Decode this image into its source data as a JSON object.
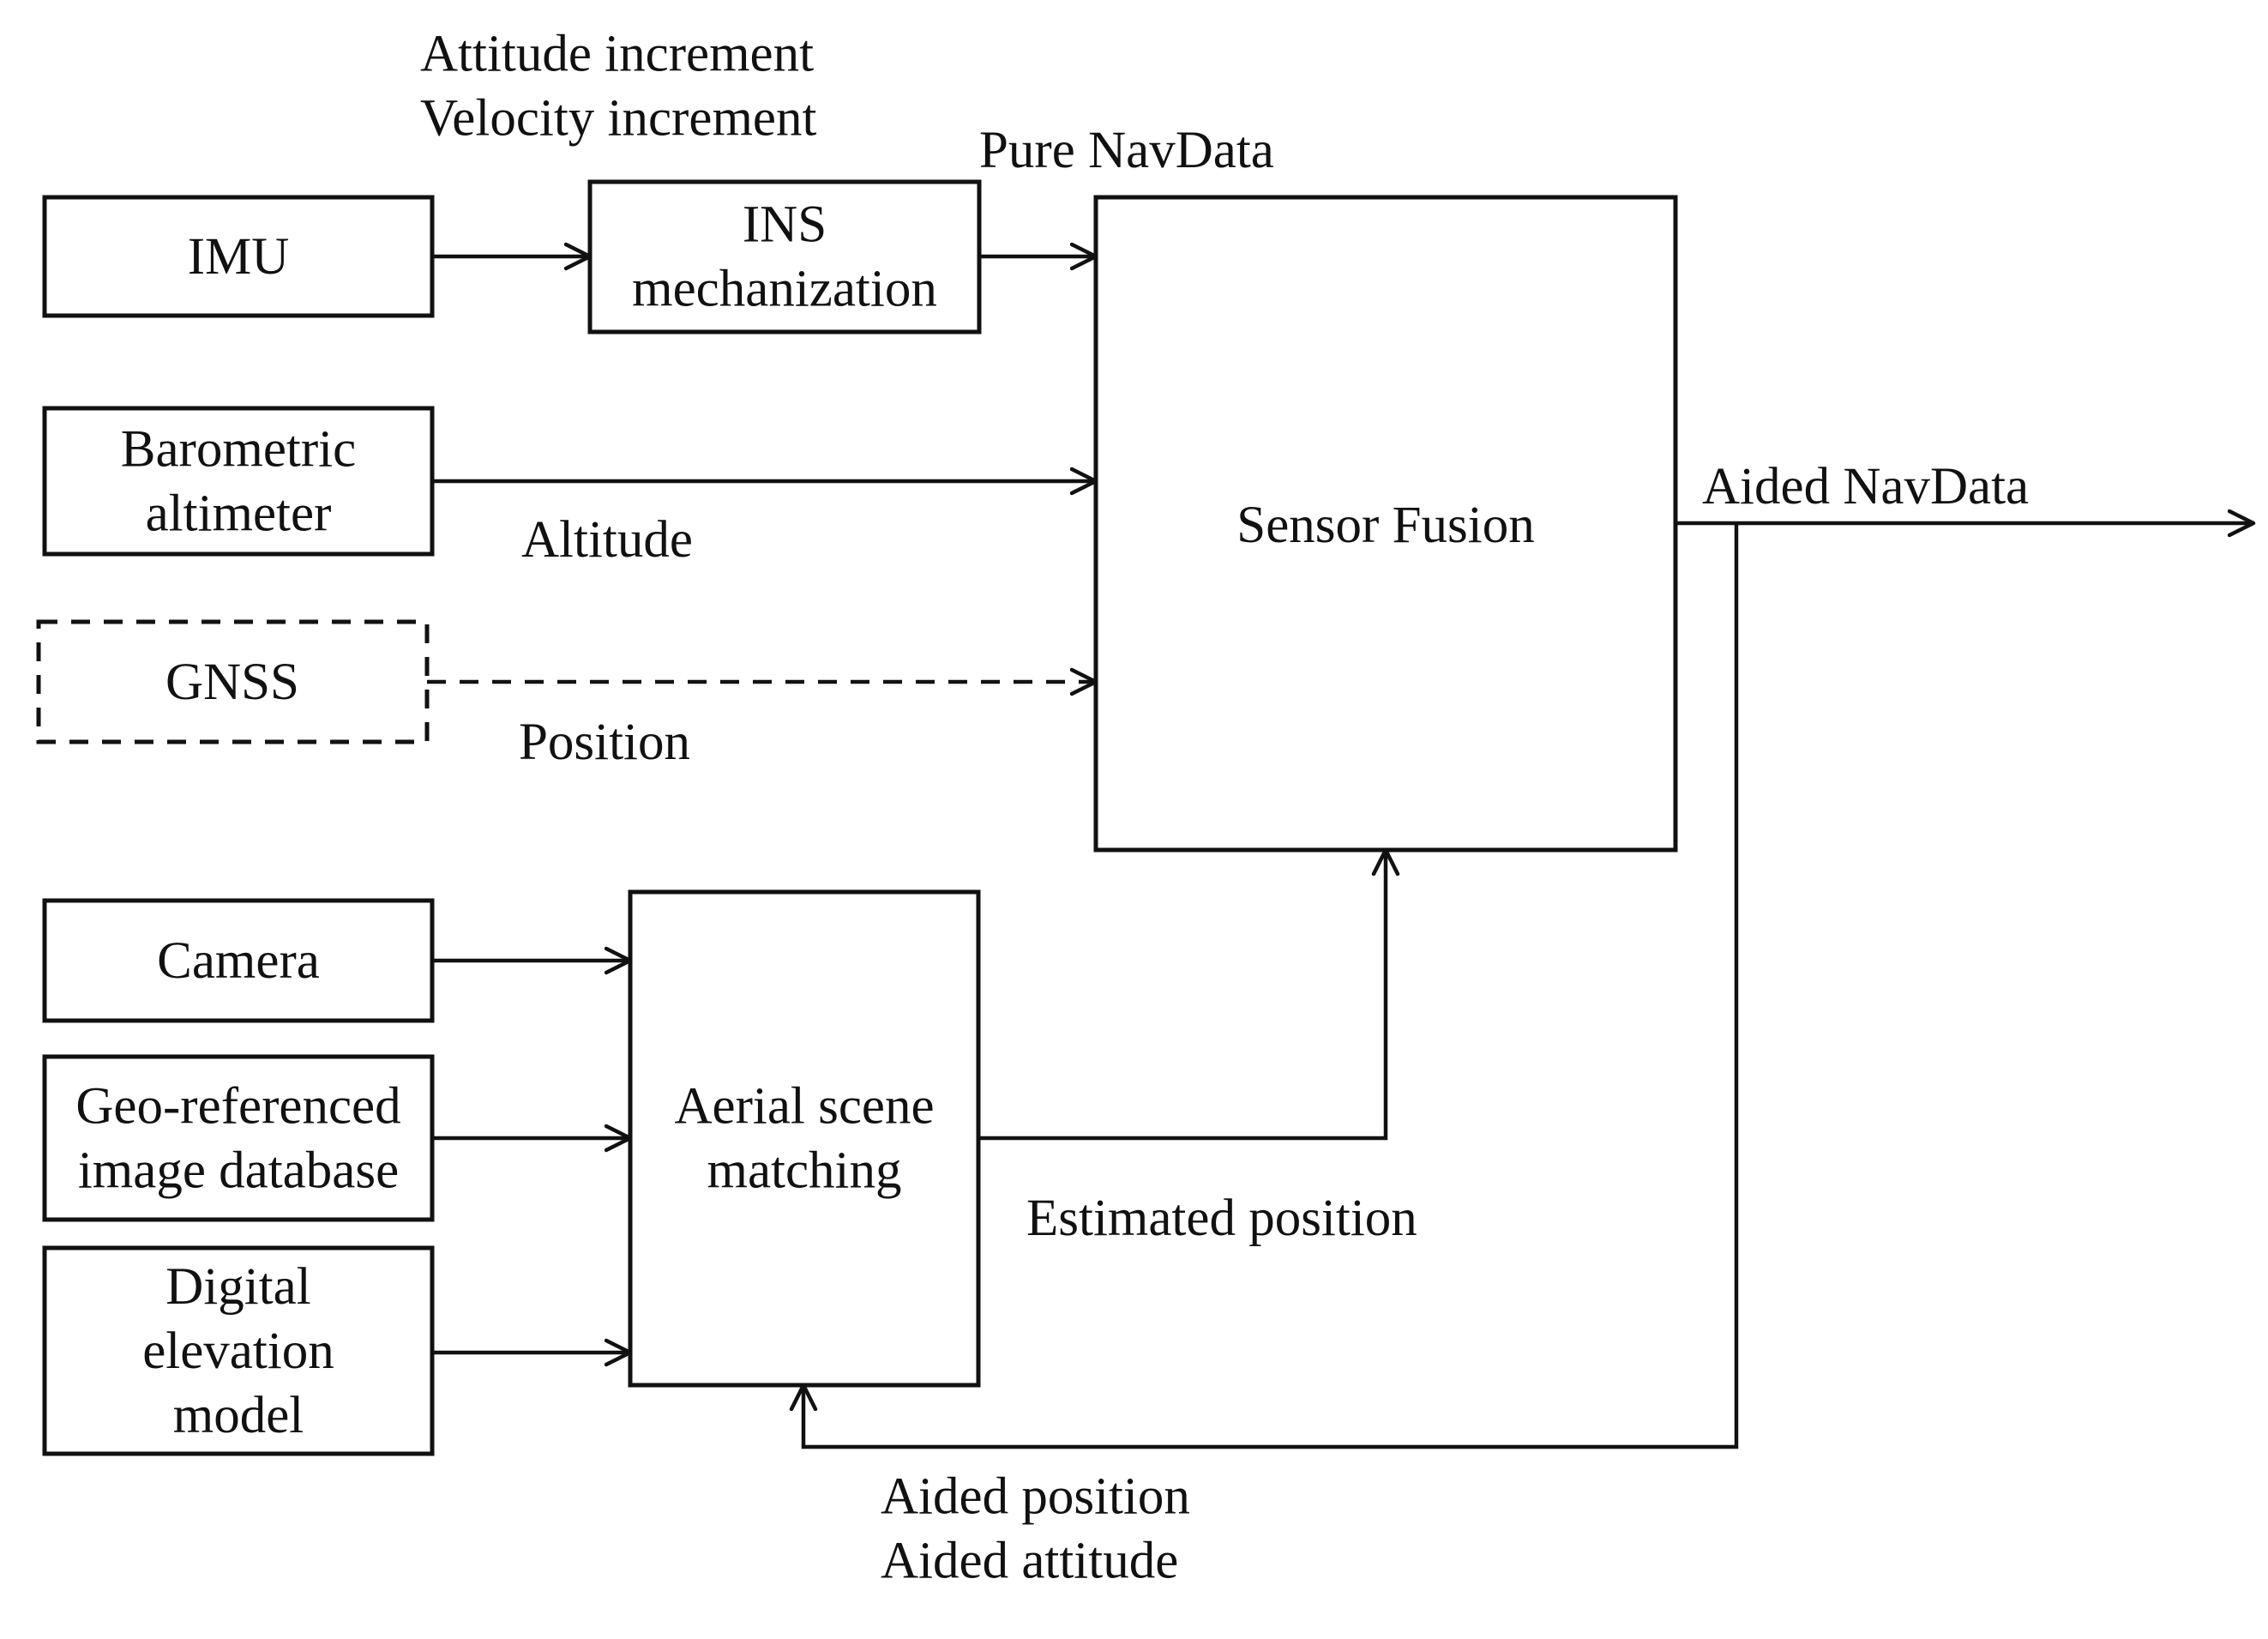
{
  "blocks": {
    "imu": [
      "IMU"
    ],
    "ins": [
      "INS",
      "mechanization"
    ],
    "barometric": [
      "Barometric",
      "altimeter"
    ],
    "gnss": [
      "GNSS"
    ],
    "sensor_fusion": [
      "Sensor Fusion"
    ],
    "camera": [
      "Camera"
    ],
    "geo_database": [
      "Geo-referenced",
      "image database"
    ],
    "dem": [
      "Digital",
      "elevation",
      "model"
    ],
    "scene_matching": [
      "Aerial scene",
      "matching"
    ]
  },
  "signals": {
    "imu_to_ins": [
      "Attitude increment",
      "Velocity increment"
    ],
    "pure_navdata": [
      "Pure NavData"
    ],
    "altitude": [
      "Altitude"
    ],
    "position": [
      "Position"
    ],
    "aided_navdata": [
      "Aided NavData"
    ],
    "estimated_position": [
      "Estimated position"
    ],
    "feedback": [
      "Aided position",
      "Aided attitude"
    ]
  },
  "styles": {
    "line_color": "#111111",
    "gnss_border": "dashed"
  }
}
